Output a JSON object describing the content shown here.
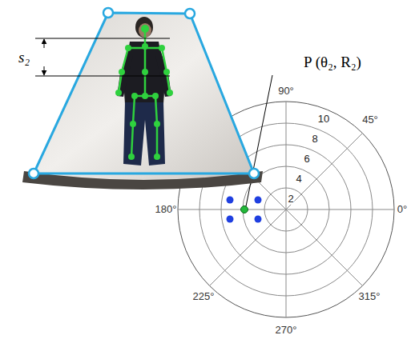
{
  "diagram": {
    "labels": [
      "s₂",
      "P (θ₂, R₂)",
      "90°",
      "45°",
      "10",
      "8",
      "6",
      "4",
      "2",
      "180°",
      "0°",
      "225°",
      "315°",
      "270°"
    ]
  }
}
